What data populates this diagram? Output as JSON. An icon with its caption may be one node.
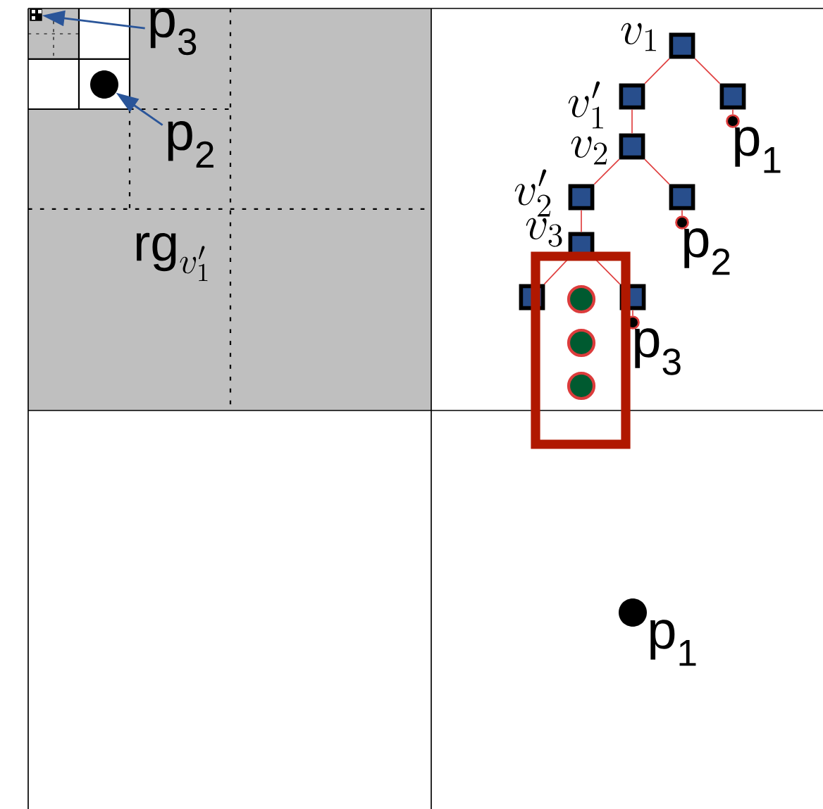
{
  "diagram": {
    "nodes": [
      {
        "text": [
          "v_1"
        ]
      },
      {
        "text": [
          "v'_1"
        ]
      },
      {
        "text": [],
        "shape": "box"
      },
      {
        "text": [
          "p$_{1}$"
        ]
      },
      {
        "text": [
          "v_2"
        ]
      },
      {
        "text": [
          "v'_2"
        ]
      },
      {
        "text": [],
        "shape": "box"
      },
      {
        "text": [
          "p$_{2}$"
        ]
      },
      {
        "text": [
          "v_3"
        ]
      },
      {
        "text": [],
        "shape": "box"
      },
      {
        "text": [],
        "shape": "box"
      },
      {
        "text": [
          "p$_{3}$"
        ]
      },
      {
        "text": [],
        "shape": "circle"
      },
      {
        "text": [],
        "shape": "circle"
      },
      {
        "text": [],
        "shape": "circle"
      },
      {
        "text": [
          "p$_{3}$"
        ]
      },
      {
        "text": [],
        "shape": "box"
      },
      {
        "text": [
          "p$_{2}$"
        ]
      },
      {
        "text": [],
        "shape": "circle"
      },
      {
        "text": [
          "p$_{1}$"
        ]
      }
    ],
    "edges": [
      {
        "from": 0,
        "to": 1,
        "arrow": "none"
      },
      {
        "from": 0,
        "to": 2,
        "arrow": "none"
      },
      {
        "from": 2,
        "to": 3,
        "arrow": "none"
      },
      {
        "from": 1,
        "to": 4,
        "arrow": "none"
      },
      {
        "from": 4,
        "to": 5,
        "arrow": "none"
      },
      {
        "from": 4,
        "to": 6,
        "arrow": "none"
      },
      {
        "from": 6,
        "to": 7,
        "arrow": "none"
      },
      {
        "from": 5,
        "to": 8,
        "arrow": "none"
      },
      {
        "from": 8,
        "to": 9,
        "arrow": "none"
      },
      {
        "from": 8,
        "to": 10,
        "arrow": "none"
      },
      {
        "from": 10,
        "to": 11,
        "arrow": "none"
      },
      {
        "from": 15,
        "to": 16,
        "arrow": "to",
        "color": "#2a5599"
      },
      {
        "from": 17,
        "to": 18,
        "arrow": "to",
        "color": "#2a5599"
      }
    ],
    "labels": [
      "\\mathrm{rg}_{v'_1}"
    ]
  }
}
